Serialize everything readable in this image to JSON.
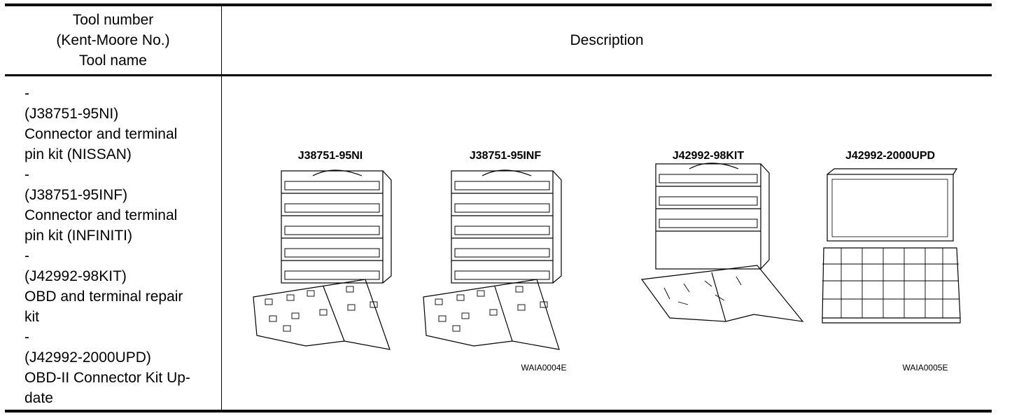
{
  "header": {
    "col1": [
      "Tool number",
      "(Kent-Moore No.)",
      "Tool name"
    ],
    "col2": "Description"
  },
  "row": {
    "lines": [
      "-",
      "(J38751-95NI)",
      "Connector and terminal",
      "pin kit (NISSAN)",
      "-",
      "(J38751-95INF)",
      "Connector and terminal",
      "pin kit (INFINITI)",
      "-",
      "(J42992-98KIT)",
      "OBD and terminal repair",
      "kit",
      "-",
      "(J42992-2000UPD)",
      "OBD-II Connector Kit Up-",
      "date"
    ],
    "figures": {
      "labels": [
        "J38751-95NI",
        "J38751-95INF",
        "J42992-98KIT",
        "J42992-2000UPD"
      ],
      "codes": [
        "WAIA0004E",
        "WAIA0005E"
      ]
    }
  }
}
